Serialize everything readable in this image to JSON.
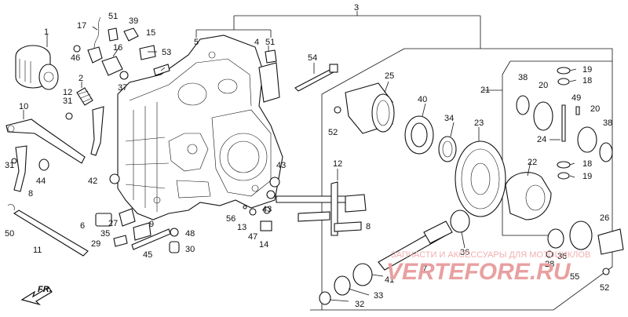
{
  "labels": {
    "l1": "1",
    "l2": "2",
    "l3": "3",
    "l4": "4",
    "l5": "5",
    "l6": "6",
    "l7": "7",
    "l8a": "8",
    "l8b": "8",
    "l9": "9",
    "l10": "10",
    "l11": "11",
    "l12a": "12",
    "l12b": "12",
    "l13": "13",
    "l14": "14",
    "l15": "15",
    "l16": "16",
    "l17": "17",
    "l18a": "18",
    "l18b": "18",
    "l19a": "19",
    "l19b": "19",
    "l20a": "20",
    "l20b": "20",
    "l21": "21",
    "l22": "22",
    "l23": "23",
    "l24": "24",
    "l25": "25",
    "l26": "26",
    "l27": "27",
    "l28": "28",
    "l29": "29",
    "l30": "30",
    "l31a": "31",
    "l31b": "31",
    "l32": "32",
    "l33": "33",
    "l34": "34",
    "l35": "35",
    "l36a": "36",
    "l36b": "36",
    "l37": "37",
    "l38a": "38",
    "l38b": "38",
    "l39": "39",
    "l40": "40",
    "l41": "41",
    "l42": "42",
    "l43a": "43",
    "l43b": "43",
    "l44": "44",
    "l45": "45",
    "l46": "46",
    "l47": "47",
    "l48": "48",
    "l49": "49",
    "l50": "50",
    "l51a": "51",
    "l51b": "51",
    "l52a": "52",
    "l52b": "52",
    "l53": "53",
    "l54": "54",
    "l55": "55",
    "l56": "56"
  },
  "direction_arrow": "FR.",
  "watermark": {
    "small": "ЗАПЧАСТИ И АКСЕССУАРЫ ДЛЯ МОТОЦИКЛОВ",
    "large": "VERTEFORE.RU"
  }
}
